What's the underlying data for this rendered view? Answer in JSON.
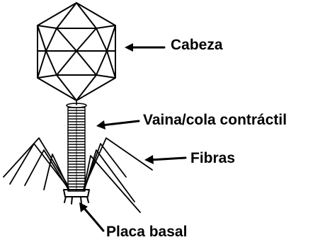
{
  "labels": {
    "head": "Cabeza",
    "sheath": "Vaina/cola contráctil",
    "fibers": "Fibras",
    "baseplate": "Placa basal"
  }
}
